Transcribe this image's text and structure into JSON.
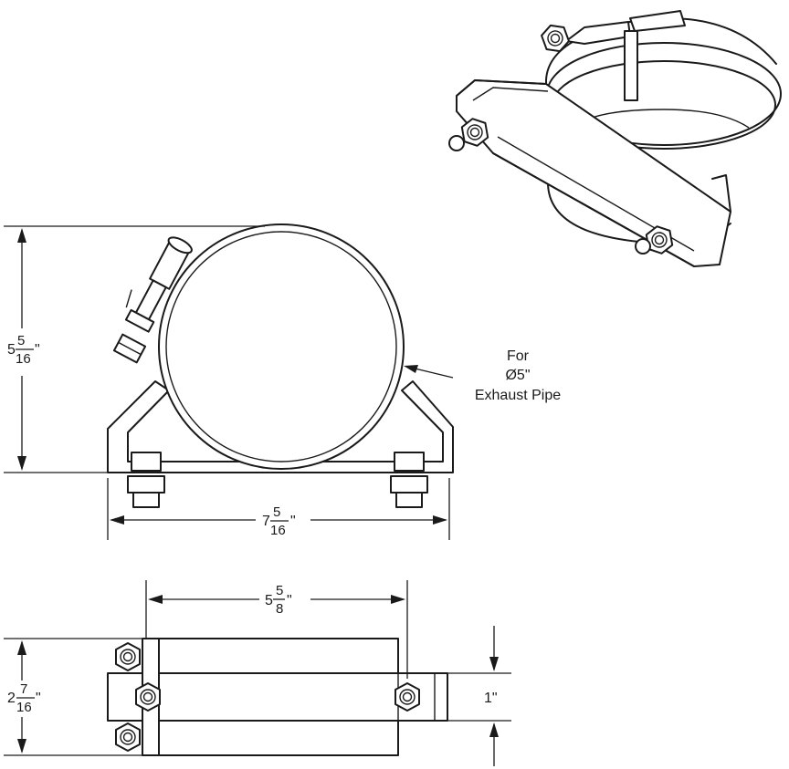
{
  "dimensions": {
    "height_front": {
      "whole": "5",
      "num": "5",
      "den": "16",
      "unit": "\""
    },
    "width_front": {
      "whole": "7",
      "num": "5",
      "den": "16",
      "unit": "\""
    },
    "bolt_span": {
      "whole": "5",
      "num": "5",
      "den": "8",
      "unit": "\""
    },
    "height_top": {
      "whole": "2",
      "num": "7",
      "den": "16",
      "unit": "\""
    },
    "strap_width": {
      "text": "1\""
    }
  },
  "callout": {
    "line1": "For",
    "line2": "Ø5\"",
    "line3": "Exhaust Pipe"
  }
}
